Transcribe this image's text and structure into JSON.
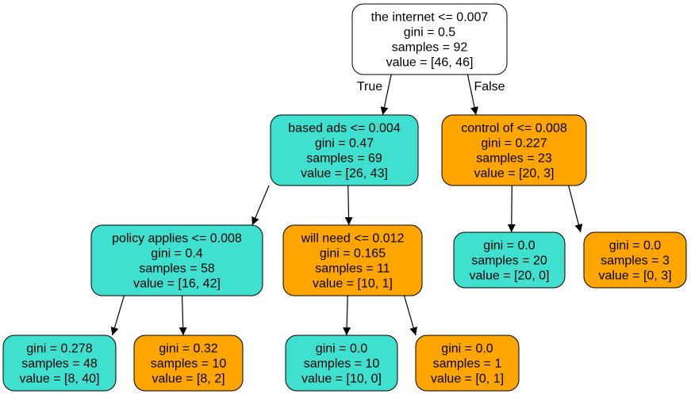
{
  "colors": {
    "root_fill": "#ffffff",
    "class_0_fill": "#40e0d0",
    "class_1_fill": "#ffa500",
    "stroke": "#000000"
  },
  "nodes": [
    {
      "id": "n0",
      "fill": "root",
      "lines": [
        "the internet <= 0.007",
        "gini = 0.5",
        "samples = 92",
        "value = [46, 46]"
      ]
    },
    {
      "id": "n1",
      "fill": "class_0",
      "lines": [
        "based ads <= 0.004",
        "gini = 0.47",
        "samples = 69",
        "value = [26, 43]"
      ]
    },
    {
      "id": "n2",
      "fill": "class_1",
      "lines": [
        "control of <= 0.008",
        "gini = 0.227",
        "samples = 23",
        "value = [20, 3]"
      ]
    },
    {
      "id": "n3",
      "fill": "class_0",
      "lines": [
        "policy applies <= 0.008",
        "gini = 0.4",
        "samples = 58",
        "value = [16, 42]"
      ]
    },
    {
      "id": "n4",
      "fill": "class_1",
      "lines": [
        "will need <= 0.012",
        "gini = 0.165",
        "samples = 11",
        "value = [10, 1]"
      ]
    },
    {
      "id": "n5",
      "fill": "class_0",
      "lines": [
        "gini = 0.0",
        "samples = 20",
        "value = [20, 0]"
      ]
    },
    {
      "id": "n6",
      "fill": "class_1",
      "lines": [
        "gini = 0.0",
        "samples = 3",
        "value = [0, 3]"
      ]
    },
    {
      "id": "n7",
      "fill": "class_0",
      "lines": [
        "gini = 0.278",
        "samples = 48",
        "value = [8, 40]"
      ]
    },
    {
      "id": "n8",
      "fill": "class_1",
      "lines": [
        "gini = 0.32",
        "samples = 10",
        "value = [8, 2]"
      ]
    },
    {
      "id": "n9",
      "fill": "class_0",
      "lines": [
        "gini = 0.0",
        "samples = 10",
        "value = [10, 0]"
      ]
    },
    {
      "id": "n10",
      "fill": "class_1",
      "lines": [
        "gini = 0.0",
        "samples = 1",
        "value = [0, 1]"
      ]
    }
  ],
  "edges": [
    {
      "from": "n0",
      "to": "n1",
      "label": "True"
    },
    {
      "from": "n0",
      "to": "n2",
      "label": "False"
    },
    {
      "from": "n1",
      "to": "n3",
      "label": ""
    },
    {
      "from": "n1",
      "to": "n4",
      "label": ""
    },
    {
      "from": "n2",
      "to": "n5",
      "label": ""
    },
    {
      "from": "n2",
      "to": "n6",
      "label": ""
    },
    {
      "from": "n3",
      "to": "n7",
      "label": ""
    },
    {
      "from": "n3",
      "to": "n8",
      "label": ""
    },
    {
      "from": "n4",
      "to": "n9",
      "label": ""
    },
    {
      "from": "n4",
      "to": "n10",
      "label": ""
    }
  ]
}
